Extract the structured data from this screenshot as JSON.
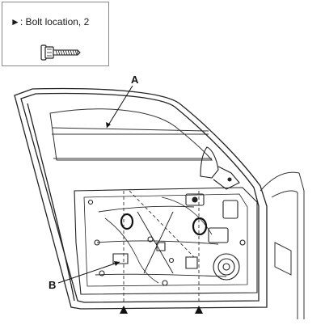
{
  "legend": {
    "marker_symbol": "►",
    "text": ": Bolt location, 2",
    "icon": "bolt-icon"
  },
  "callouts": {
    "a": "A",
    "b": "B"
  },
  "bolt_markers": [
    "triangle-up-icon",
    "triangle-up-icon"
  ]
}
